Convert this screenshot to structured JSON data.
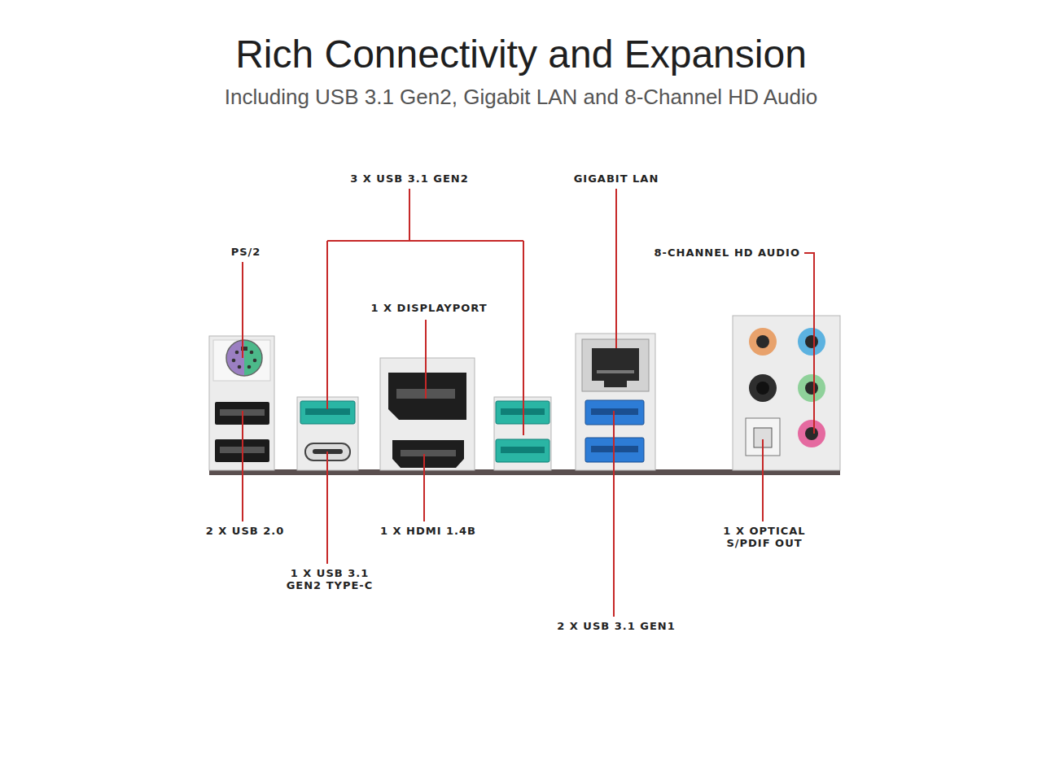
{
  "diagram": {
    "title": "Rich Connectivity and Expansion",
    "caption": "Including USB 3.1 Gen2, Gigabit LAN and 8-Channel HD Audio",
    "labels": [
      "3 X USB 3.1 GEN2",
      "GIGABIT LAN",
      "PS/2",
      "8-CHANNEL HD AUDIO",
      "1 X DISPLAYPORT",
      "2 X USB 2.0",
      "1 X HDMI 1.4B",
      "1 X OPTICAL S/PDIF OUT",
      "1 X USB 3.1 GEN2 TYPE-C",
      "2 X USB 3.1 GEN1"
    ]
  }
}
